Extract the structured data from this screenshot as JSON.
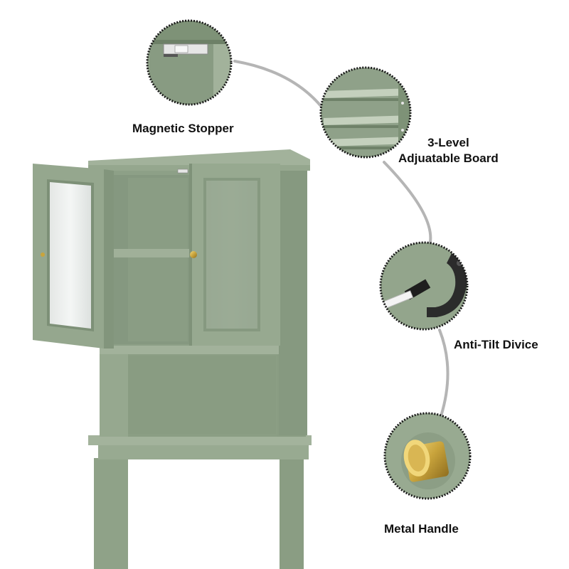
{
  "features": {
    "magnetic_stopper": {
      "label": "Magnetic Stopper",
      "icon": "magnet-catch-closeup"
    },
    "adjustable_board": {
      "label_line1": "3-Level",
      "label_line2": "Adjuatable Board",
      "icon": "shelf-closeup"
    },
    "anti_tilt": {
      "label": "Anti-Tilt Divice",
      "icon": "wall-bracket-closeup"
    },
    "metal_handle": {
      "label": "Metal Handle",
      "icon": "gold-knob-closeup"
    }
  },
  "colors": {
    "cabinet_green": "#93a58c",
    "cabinet_dark": "#7e9277",
    "cabinet_light": "#a4b49d",
    "interior": "#879a80",
    "glass": "#e9ecea",
    "gold": "#c9a43c",
    "bracket": "#2b2b2b",
    "curve": "#b5b5b5"
  }
}
